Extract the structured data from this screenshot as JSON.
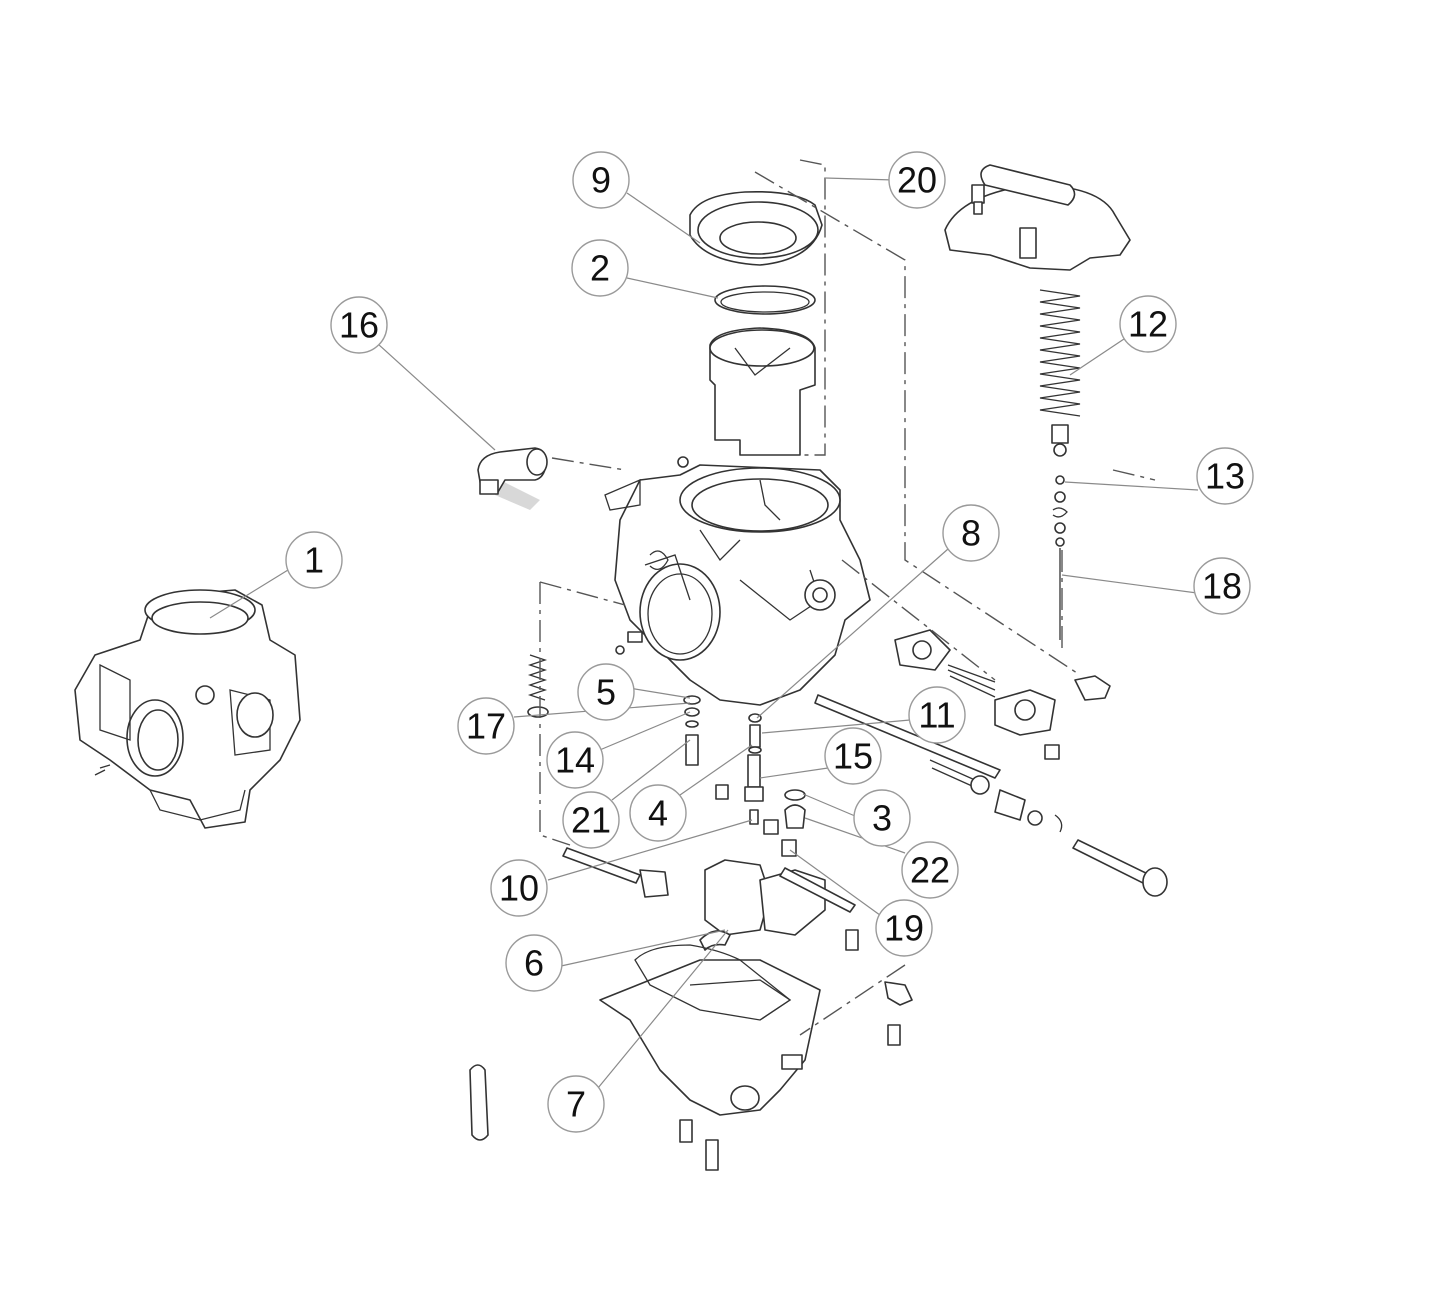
{
  "callouts": [
    {
      "label": "1"
    },
    {
      "label": "2"
    },
    {
      "label": "3"
    },
    {
      "label": "4"
    },
    {
      "label": "5"
    },
    {
      "label": "6"
    },
    {
      "label": "7"
    },
    {
      "label": "8"
    },
    {
      "label": "9"
    },
    {
      "label": "10"
    },
    {
      "label": "11"
    },
    {
      "label": "12"
    },
    {
      "label": "13"
    },
    {
      "label": "14"
    },
    {
      "label": "15"
    },
    {
      "label": "16"
    },
    {
      "label": "17"
    },
    {
      "label": "18"
    },
    {
      "label": "19"
    },
    {
      "label": "20"
    },
    {
      "label": "21"
    },
    {
      "label": "22"
    }
  ],
  "colors": {
    "line": "#333333",
    "leader": "#8a8a8a",
    "callout_border": "#9a9a9a",
    "background": "#ffffff"
  }
}
